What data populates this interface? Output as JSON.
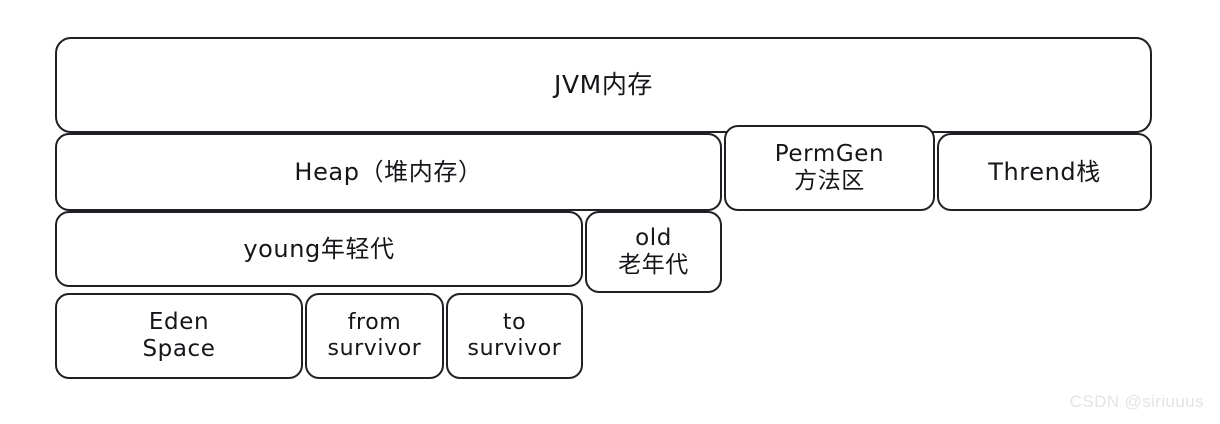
{
  "diagram": {
    "title": "JVM memory structure diagram",
    "style": {
      "background": "#ffffff",
      "stroke": "#1f2023",
      "text": "#15161a",
      "watermark_color": "#e3e4e6"
    },
    "boxes": {
      "jvm": {
        "label": "JVM内存"
      },
      "heap": {
        "label": "Heap（堆内存）"
      },
      "permgen": {
        "line1": "PermGen",
        "line2": "方法区"
      },
      "thread": {
        "label": "Thrend栈"
      },
      "young": {
        "label": "young年轻代"
      },
      "old": {
        "line1": "old",
        "line2": "老年代"
      },
      "eden": {
        "line1": "Eden",
        "line2": "Space"
      },
      "from_survivor": {
        "line1": "from",
        "line2": "survivor"
      },
      "to_survivor": {
        "line1": "to",
        "line2": "survivor"
      }
    }
  },
  "watermark": {
    "text": "CSDN @siriuuus"
  }
}
